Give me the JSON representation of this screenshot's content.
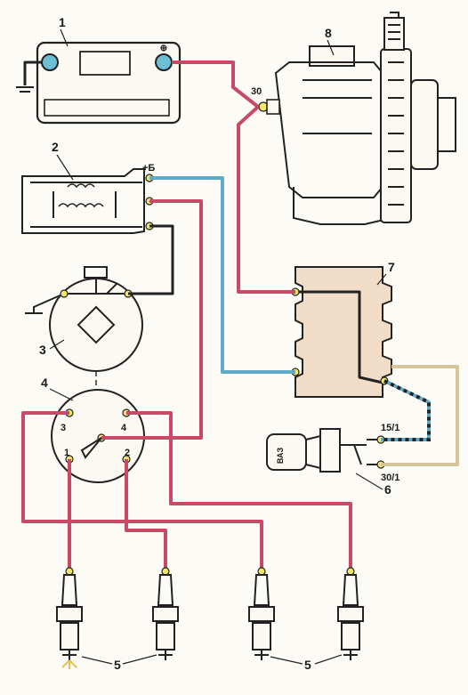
{
  "labels": {
    "battery": "1",
    "ignition_coil": "2",
    "distributor_breaker": "3",
    "distributor_cap": "4",
    "spark_plugs_a": "5",
    "spark_plugs_b": "5",
    "ignition_switch": "6",
    "regulator": "7",
    "alternator": "8"
  },
  "terminals": {
    "coil_plus_b": "+Б",
    "alternator_30": "30",
    "switch_15_1": "15/1",
    "switch_30_1": "30/1",
    "cap_1": "1",
    "cap_2": "2",
    "cap_3": "3",
    "cap_4": "4",
    "battery_minus": "",
    "battery_plus": "⊕",
    "key_brand": "ВАЗ"
  },
  "colors": {
    "red_wire": "#c84a66",
    "black_wire": "#222222",
    "blue_wire": "#5fa9c9",
    "tan_wire": "#d6c49a",
    "terminal_dot": "#f3e76a",
    "regulator_fill": "#f1dcc7"
  }
}
